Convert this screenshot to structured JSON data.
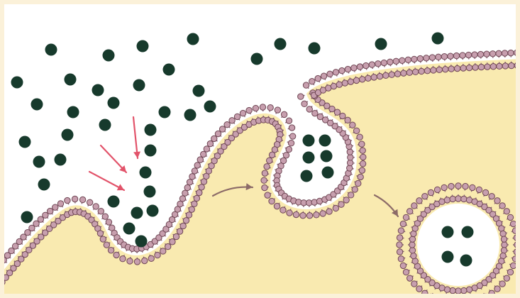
{
  "colors": {
    "frame": "#fbf1d9",
    "exterior": "#ffffff",
    "cytoplasm": "#f9eab0",
    "phospholipid_head": "#c79fae",
    "head_outline": "#6f4654",
    "lipid_tail": "#8a6673",
    "particle": "#173a2c",
    "uptake_arrow": "#e2536a",
    "process_arrow": "#8c6b68"
  },
  "icons": {
    "phospholipid": "circle-head-with-tail",
    "particle": "filled-circle",
    "arrow": "curved-arrow"
  }
}
